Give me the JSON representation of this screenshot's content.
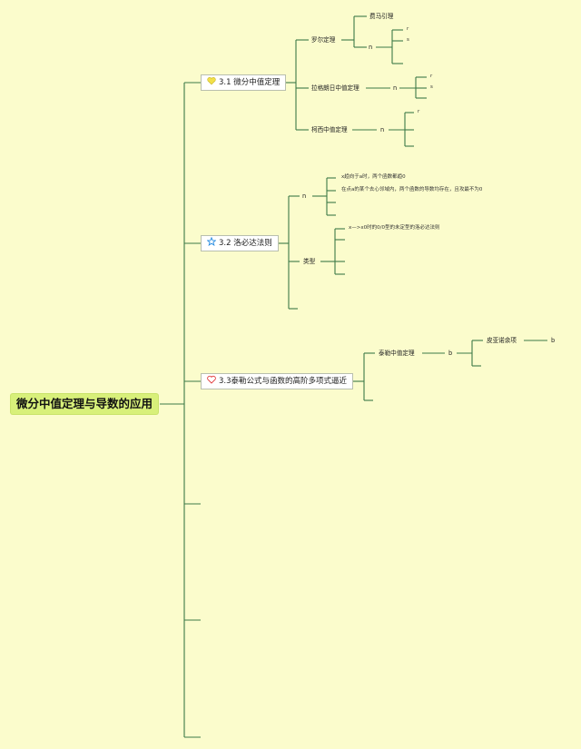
{
  "root": {
    "label": "微分中值定理与导数的应用"
  },
  "branches": [
    {
      "label": "3.1 微分中值定理",
      "icon": "heart-yellow-icon",
      "children": [
        {
          "label": "罗尔定理",
          "children": [
            {
              "label": "费马引理"
            },
            {
              "label": "n",
              "children": [
                "r",
                "s",
                ""
              ]
            }
          ]
        },
        {
          "label": "拉格朗日中值定理",
          "children": [
            {
              "label": "n",
              "children": [
                "r",
                "s",
                ""
              ]
            }
          ]
        },
        {
          "label": "柯西中值定理",
          "children": [
            {
              "label": "n",
              "children": [
                "r",
                "",
                ""
              ]
            }
          ]
        }
      ]
    },
    {
      "label": "3.2 洛必达法则",
      "icon": "star-outline-icon",
      "children": [
        {
          "label": "n",
          "children": [
            "x趋向于a时，两个函数都趋0",
            "在点a的某个去心邻域内，两个函数的导数均存在，且攻最不为0",
            "",
            ""
          ]
        },
        {
          "label": "类型",
          "children": [
            "x—>x0时的0/0型的未定型的洛必达法则",
            "",
            "",
            ""
          ]
        }
      ]
    },
    {
      "label": "3.3泰勒公式与函数的高阶多项式逼近",
      "icon": "heart-outline-icon",
      "children": [
        {
          "label": "泰勒中值定理",
          "children": [
            {
              "label": "b",
              "children": [
                {
                  "label": "皮亚诺余项",
                  "children": [
                    "b"
                  ]
                },
                ""
              ]
            }
          ]
        }
      ]
    }
  ],
  "colors": {
    "background": "#fbfccc",
    "line": "#3c7a47",
    "root_fill": "#d8f07a",
    "heart_yellow": "#f2e04a",
    "star_blue": "#2a8de0",
    "heart_red": "#e23b3b"
  }
}
